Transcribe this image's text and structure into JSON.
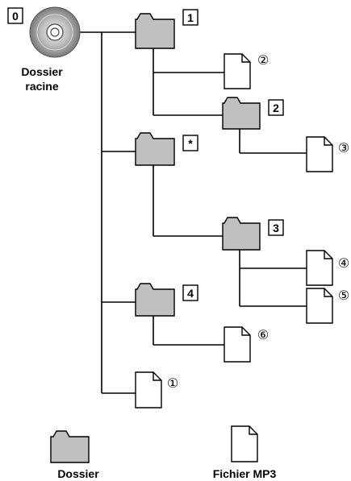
{
  "root": {
    "badge": "0",
    "label_line1": "Dossier",
    "label_line2": "racine"
  },
  "folders": [
    {
      "id": "f1",
      "badge": "1"
    },
    {
      "id": "f2",
      "badge": "2"
    },
    {
      "id": "fstar",
      "badge": "*"
    },
    {
      "id": "f3",
      "badge": "3"
    },
    {
      "id": "f4",
      "badge": "4"
    }
  ],
  "files": [
    {
      "id": "file2",
      "order": "②"
    },
    {
      "id": "file3",
      "order": "③"
    },
    {
      "id": "file4",
      "order": "④"
    },
    {
      "id": "file5",
      "order": "⑤"
    },
    {
      "id": "file6",
      "order": "⑥"
    },
    {
      "id": "file1",
      "order": "①"
    }
  ],
  "legend": {
    "folder_label": "Dossier",
    "file_label": "Fichier MP3"
  },
  "colors": {
    "folder_fill": "#c0c0c0",
    "line": "#000000",
    "disc_light": "#e6e6e6",
    "disc_dark": "#8a8a8a"
  }
}
